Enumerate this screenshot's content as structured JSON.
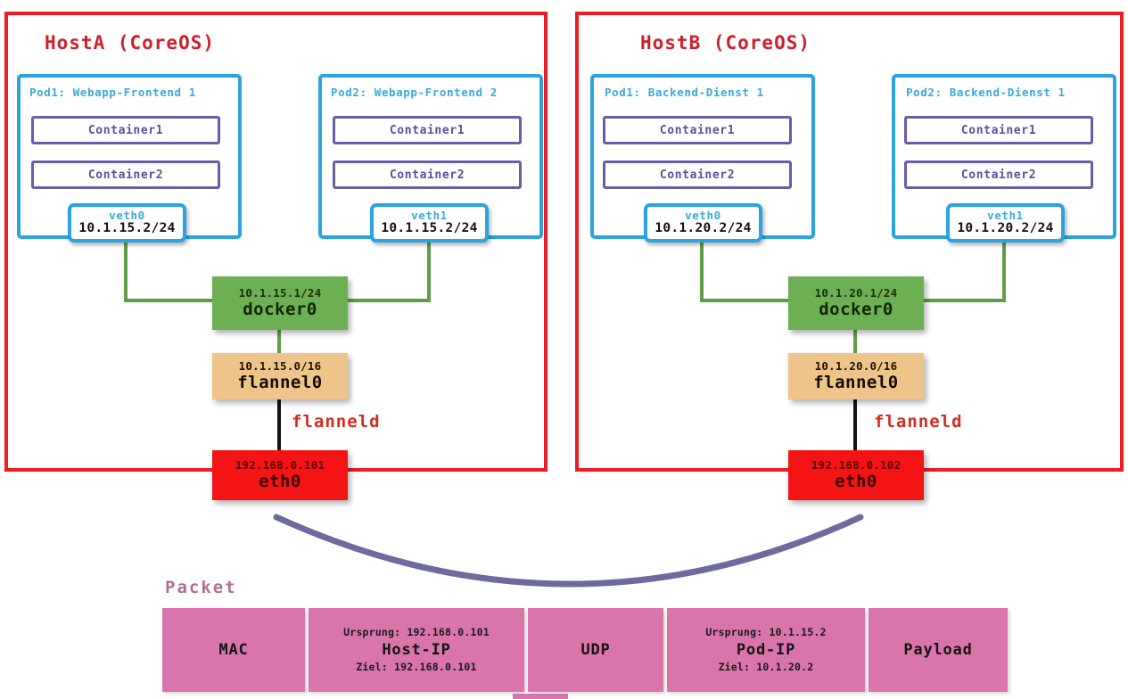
{
  "diagram": {
    "title": "Flannel / CoreOS pod networking overview",
    "colors": {
      "host_border": "#ec1c24",
      "pod_border": "#2aa3e0",
      "container_border": "#6a5cab",
      "docker0": "#6cb053",
      "flannel0": "#eec48a",
      "eth0": "#f41414",
      "packet": "#d975ab",
      "wire_green": "#5e9e46",
      "wire_black": "#141414",
      "arc": "#6d6a9e"
    }
  },
  "hosts": [
    {
      "title": "HostA (CoreOS)",
      "pods": [
        {
          "label": "Pod1: Webapp-Frontend 1",
          "containers": [
            "Container1",
            "Container2"
          ],
          "veth": {
            "name": "veth0",
            "ip": "10.1.15.2/24"
          }
        },
        {
          "label": "Pod2: Webapp-Frontend 2",
          "containers": [
            "Container1",
            "Container2"
          ],
          "veth": {
            "name": "veth1",
            "ip": "10.1.15.2/24"
          }
        }
      ],
      "docker0": {
        "ip": "10.1.15.1/24",
        "name": "docker0"
      },
      "flannel0": {
        "ip": "10.1.15.0/16",
        "name": "flannel0"
      },
      "flanneld_label": "flanneld",
      "eth0": {
        "ip": "192.168.0.101",
        "name": "eth0"
      }
    },
    {
      "title": "HostB (CoreOS)",
      "pods": [
        {
          "label": "Pod1: Backend-Dienst 1",
          "containers": [
            "Container1",
            "Container2"
          ],
          "veth": {
            "name": "veth0",
            "ip": "10.1.20.2/24"
          }
        },
        {
          "label": "Pod2: Backend-Dienst 1",
          "containers": [
            "Container1",
            "Container2"
          ],
          "veth": {
            "name": "veth1",
            "ip": "10.1.20.2/24"
          }
        }
      ],
      "docker0": {
        "ip": "10.1.20.1/24",
        "name": "docker0"
      },
      "flannel0": {
        "ip": "10.1.20.0/16",
        "name": "flannel0"
      },
      "flanneld_label": "flanneld",
      "eth0": {
        "ip": "192.168.0.102",
        "name": "eth0"
      }
    }
  ],
  "packet": {
    "title": "Packet",
    "fields": [
      {
        "main": "MAC",
        "top": "",
        "bottom": ""
      },
      {
        "main": "Host-IP",
        "top": "Ursprung: 192.168.0.101",
        "bottom": "Ziel: 192.168.0.101"
      },
      {
        "main": "UDP",
        "top": "",
        "bottom": ""
      },
      {
        "main": "Pod-IP",
        "top": "Ursprung: 10.1.15.2",
        "bottom": "Ziel: 10.1.20.2"
      },
      {
        "main": "Payload",
        "top": "",
        "bottom": ""
      }
    ]
  }
}
